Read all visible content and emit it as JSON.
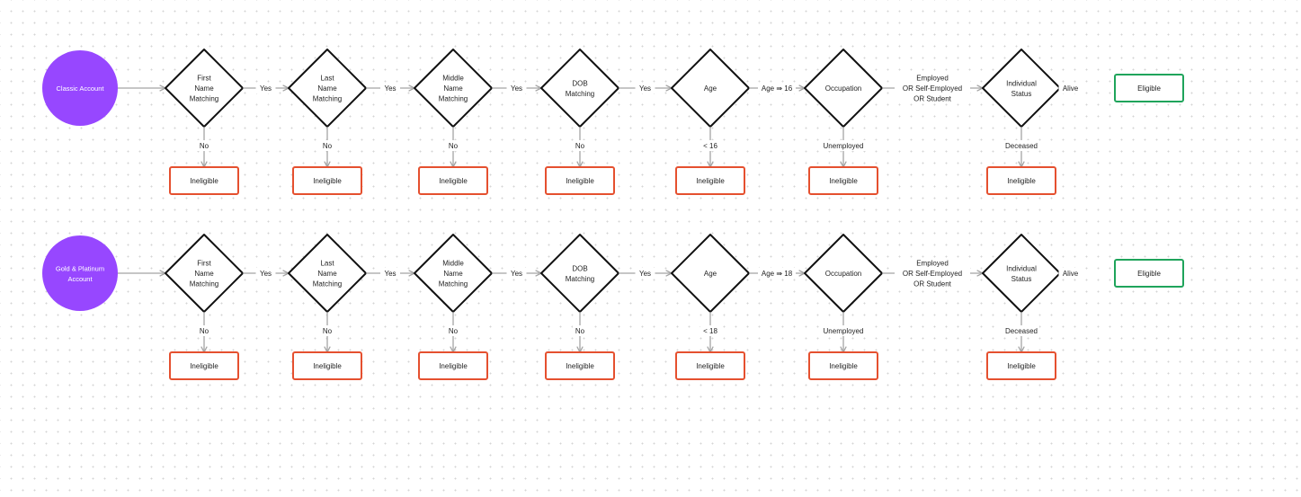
{
  "colors": {
    "start": "#9747FF",
    "ineligible": "#E5502F",
    "eligible": "#1FA45B",
    "connector": "#A3A3A3",
    "diamond_stroke": "#111111"
  },
  "yes_label": "Yes",
  "no_label": "No",
  "ineligible_label": "Ineligible",
  "eligible_label": "Eligible",
  "alive_label": "Alive",
  "deceased_label": "Deceased",
  "unemployed_label": "Unemployed",
  "occupation_pass_label": [
    "Employed",
    "OR Self-Employed",
    "OR Student"
  ],
  "checks": [
    {
      "label": [
        "First",
        "Name",
        "Matching"
      ]
    },
    {
      "label": [
        "Last",
        "Name",
        "Matching"
      ]
    },
    {
      "label": [
        "Middle",
        "Name",
        "Matching"
      ]
    },
    {
      "label": [
        "DOB",
        "Matching"
      ]
    },
    {
      "label": [
        "Age"
      ]
    },
    {
      "label": [
        "Occupation"
      ]
    },
    {
      "label": [
        "Individual",
        "Status"
      ]
    }
  ],
  "rows": [
    {
      "start_label": [
        "Classic Account"
      ],
      "age_pass": "Age ⇛ 16",
      "age_fail": "< 16"
    },
    {
      "start_label": [
        "Gold & Platinum",
        "Account"
      ],
      "age_pass": "Age ⇛ 18",
      "age_fail": "< 18"
    }
  ]
}
